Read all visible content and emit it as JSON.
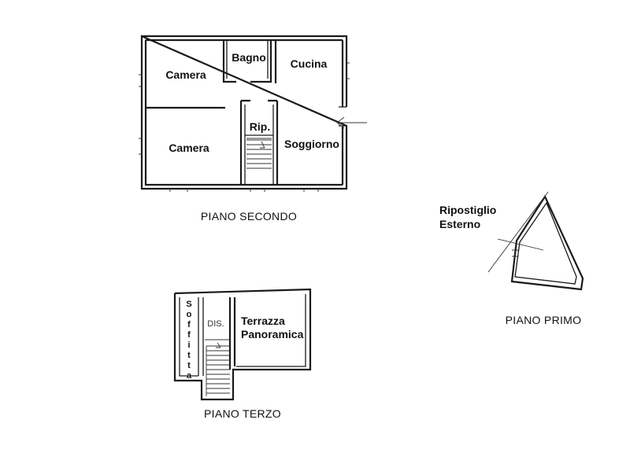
{
  "floors": {
    "secondo": {
      "title": "PIANO SECONDO",
      "rooms": {
        "camera_top": "Camera",
        "bagno": "Bagno",
        "cucina": "Cucina",
        "camera_bottom": "Camera",
        "rip": "Rip.",
        "soggiorno": "Soggiorno"
      }
    },
    "primo": {
      "title": "PIANO PRIMO",
      "rooms": {
        "ripostiglio_line1": "Ripostiglio",
        "ripostiglio_line2": "Esterno"
      }
    },
    "terzo": {
      "title": "PIANO TERZO",
      "rooms": {
        "soffitta": [
          "S",
          "o",
          "f",
          "f",
          "i",
          "t",
          "t",
          "a"
        ],
        "dis": "DIS.",
        "terrazza_line1": "Terrazza",
        "terrazza_line2": "Panoramica"
      }
    }
  },
  "icons": {
    "entrance": "arrow-left-icon"
  }
}
